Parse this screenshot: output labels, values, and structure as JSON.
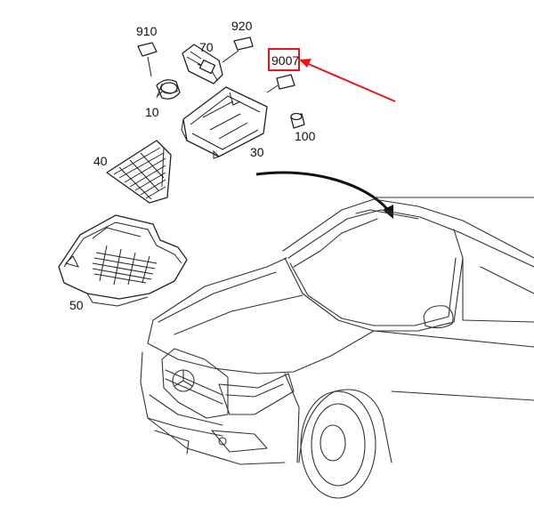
{
  "labels": {
    "p910": "910",
    "p920": "920",
    "p70": "70",
    "p9007": "9007",
    "p10": "10",
    "p100": "100",
    "p30": "30",
    "p40": "40",
    "p50": "50"
  },
  "colors": {
    "highlight": "#e8141c",
    "line": "#222222"
  }
}
